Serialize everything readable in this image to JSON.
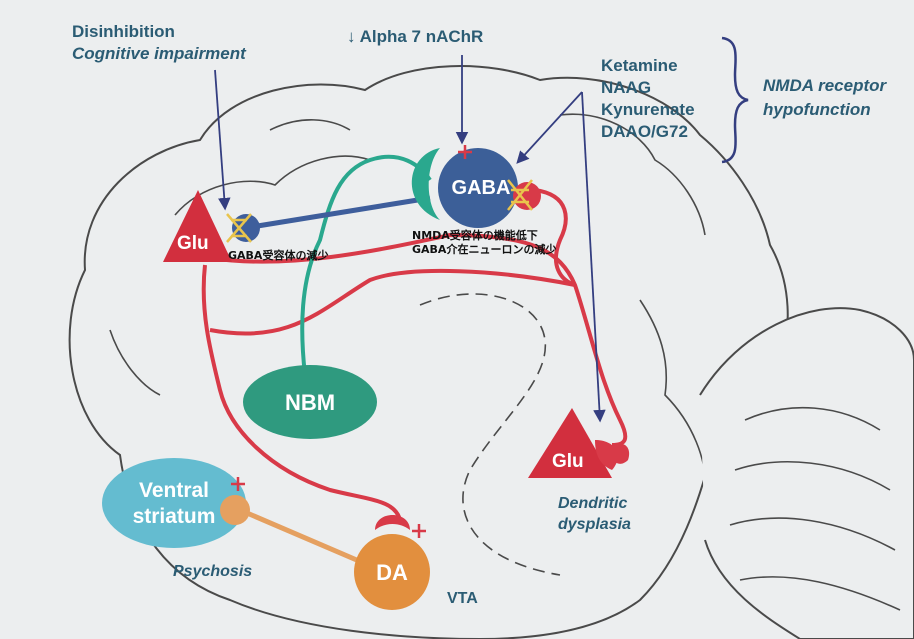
{
  "labels": {
    "disinhibition": "Disinhibition",
    "cognitive": "Cognitive impairment",
    "alpha7": "↓ Alpha 7 nAChR",
    "drugs": [
      "Ketamine",
      "NAAG",
      "Kynurenate",
      "DAAO/G72"
    ],
    "nmda_hypo_1": "NMDA receptor",
    "nmda_hypo_2": "hypofunction",
    "psychosis": "Psychosis",
    "vta": "VTA",
    "dendritic_1": "Dendritic",
    "dendritic_2": "dysplasia"
  },
  "nodes": {
    "glu_left": "Glu",
    "gaba": "GABA",
    "nbm": "NBM",
    "glu_right": "Glu",
    "ventral_1": "Ventral",
    "ventral_2": "striatum",
    "da": "DA"
  },
  "annotations": {
    "gaba_receptor_loss": "GABA受容体の減少",
    "nmda_loss_1": "NMDA受容体の機能低下",
    "nmda_loss_2": "GABA介在ニューロンの減少"
  },
  "colors": {
    "background": "#eceeef",
    "outline": "#4a4a4a",
    "red_pathway": "#d83a48",
    "blue_pathway": "#3e5e9c",
    "teal_pathway": "#2aa88e",
    "orange_pathway": "#e5a060",
    "glu_triangle": "#d22f3e",
    "gaba_circle": "#3c5f98",
    "nbm_ellipse": "#2f9a7f",
    "ventral_ellipse": "#64bcd0",
    "da_circle": "#e28f3e",
    "label_text": "#2b5c74",
    "arrow": "#343e80"
  }
}
